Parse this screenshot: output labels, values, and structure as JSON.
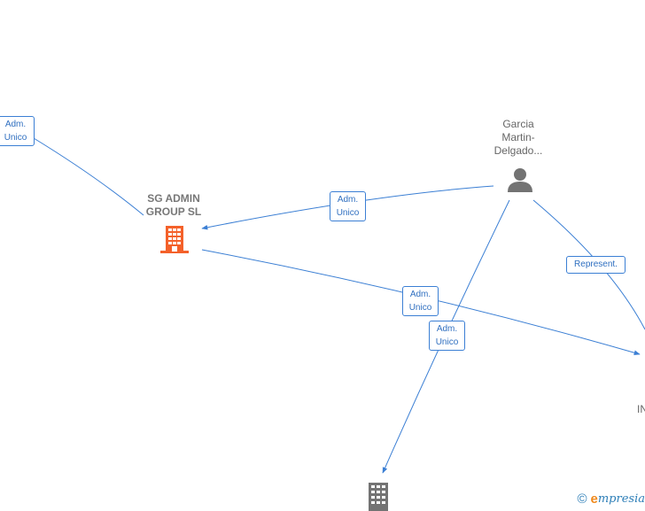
{
  "nodes": {
    "sg_admin": {
      "label": "SG ADMIN\nGROUP  SL",
      "type": "company",
      "color": "#f4612a"
    },
    "garcia": {
      "label": "Garcia\nMartin-\nDelgado...",
      "type": "person",
      "color": "#737373"
    },
    "right_partial": {
      "label": "IN",
      "type": "company",
      "color": "#737373"
    },
    "bottom_company": {
      "label": "",
      "type": "company",
      "color": "#737373"
    }
  },
  "edges": {
    "adm_topleft": "Adm.\nUnico",
    "adm_garcia_sg": "Adm.\nUnico",
    "adm_sg_right": "Adm.\nUnico",
    "adm_garcia_bottom": "Adm.\nUnico",
    "represent": "Represent."
  },
  "colors": {
    "edge": "#3b7fd4",
    "accent": "#f4612a"
  },
  "footer": {
    "copyright": "©",
    "brand_initial": "e",
    "brand_rest": "mpresia"
  }
}
